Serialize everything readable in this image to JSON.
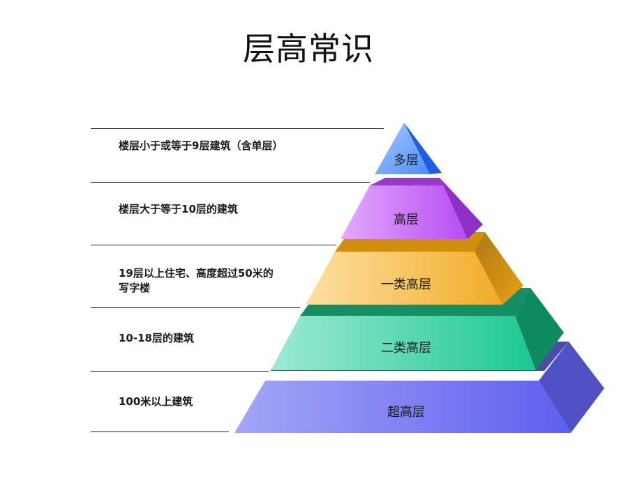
{
  "title": "层高常识",
  "levels": [
    {
      "label": "多层",
      "description": "楼层小于或等于9层建筑（含单层）"
    },
    {
      "label": "高层",
      "description": "楼层大于等于10层的建筑"
    },
    {
      "label": "一类高层",
      "description_line1": "19层以上住宅、高度超过50米的",
      "description_line2": "写字楼"
    },
    {
      "label": "二类高层",
      "description": "10-18层的建筑"
    },
    {
      "label": "超高层",
      "description": "100米以上建筑"
    }
  ]
}
